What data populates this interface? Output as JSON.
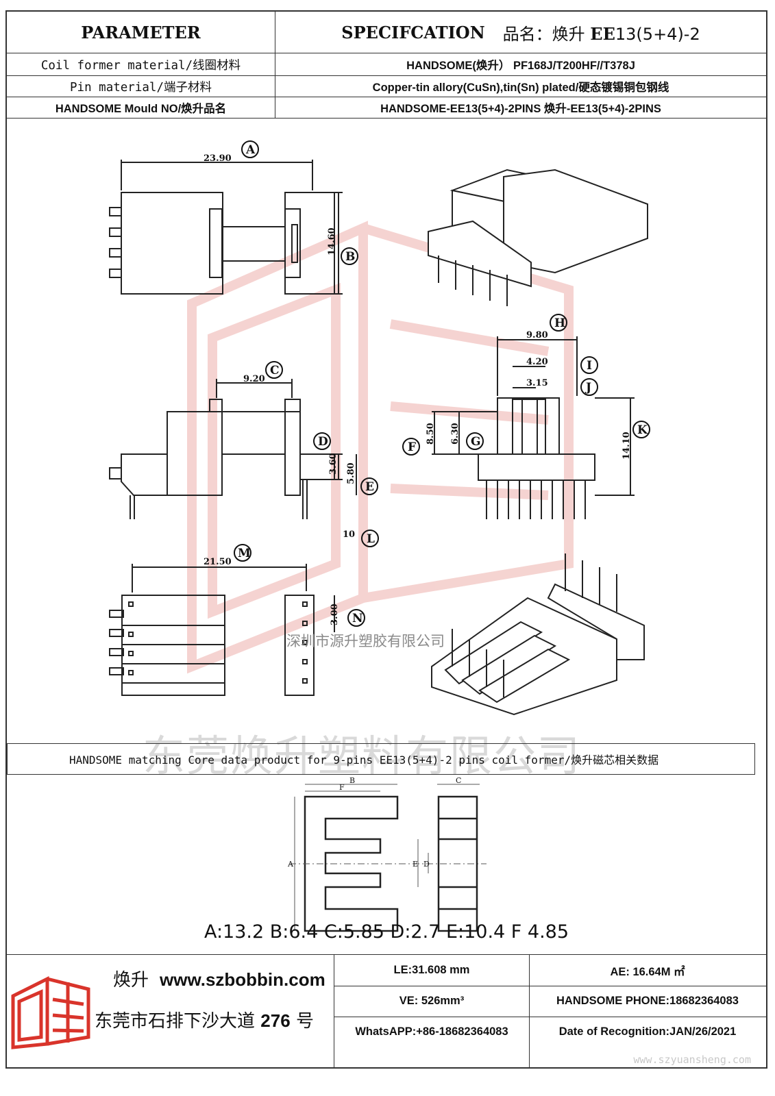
{
  "header": {
    "parameter_label": "PARAMETER",
    "spec_label": "SPECIFCATION",
    "product_name_prefix": "品名：焕升",
    "product_name_bold": "EE",
    "product_name_model": "13(5+4)-2"
  },
  "rows": [
    {
      "label": "Coil former material/线圈材料",
      "value": "HANDSOME(焕升）  PF168J/T200HF//T378J"
    },
    {
      "label": "Pin material/端子材料",
      "value": "Copper-tin allory(CuSn),tin(Sn) plated/硬态镀锡铜包钢线"
    },
    {
      "label": "HANDSOME Mould NO/焕升品名",
      "value": "HANDSOME-EE13(5+4)-2PINS    焕升-EE13(5+4)-2PINS"
    }
  ],
  "dimensions": {
    "A": "23.90",
    "B": "14.60",
    "C": "9.20",
    "D": "3.60",
    "E": "5.80",
    "F": "8.50",
    "G": "6.30",
    "H": "9.80",
    "I": "4.20",
    "J": "3.15",
    "K": "14.10",
    "L": "10",
    "M": "21.50",
    "N": "3.00"
  },
  "watermarks": {
    "company_small": "深圳市源升塑胶有限公司",
    "company_large": "东莞焕升塑料有限公司",
    "url": "www.szyuansheng.com"
  },
  "core": {
    "title": "HANDSOME matching Core data  product for 9-pins EE13(5+4)-2 pins coil former/焕升磁芯相关数据",
    "labels": {
      "A": "A",
      "B": "B",
      "C": "C",
      "D": "D",
      "E": "E",
      "F": "F"
    },
    "dims_text": "A:13.2 B:6.4 C:5.85 D:2.7 E:10.4 F 4.85"
  },
  "footer": {
    "brand_cn": "焕升",
    "website": "www.szbobbin.com",
    "address_cn": "东莞市石排下沙大道",
    "address_no": "276",
    "address_suffix": "号",
    "le": "LE:31.608 mm",
    "ae": "AE: 16.64M ㎡",
    "ve": "VE: 526mm³",
    "phone": "HANDSOME PHONE:18682364083",
    "whatsapp": "WhatsAPP:+86-18682364083",
    "date": "Date of Recognition:JAN/26/2021"
  },
  "colors": {
    "line": "#333333",
    "logo": "#d9342b",
    "watermark_logo": "#f3c9c6"
  }
}
